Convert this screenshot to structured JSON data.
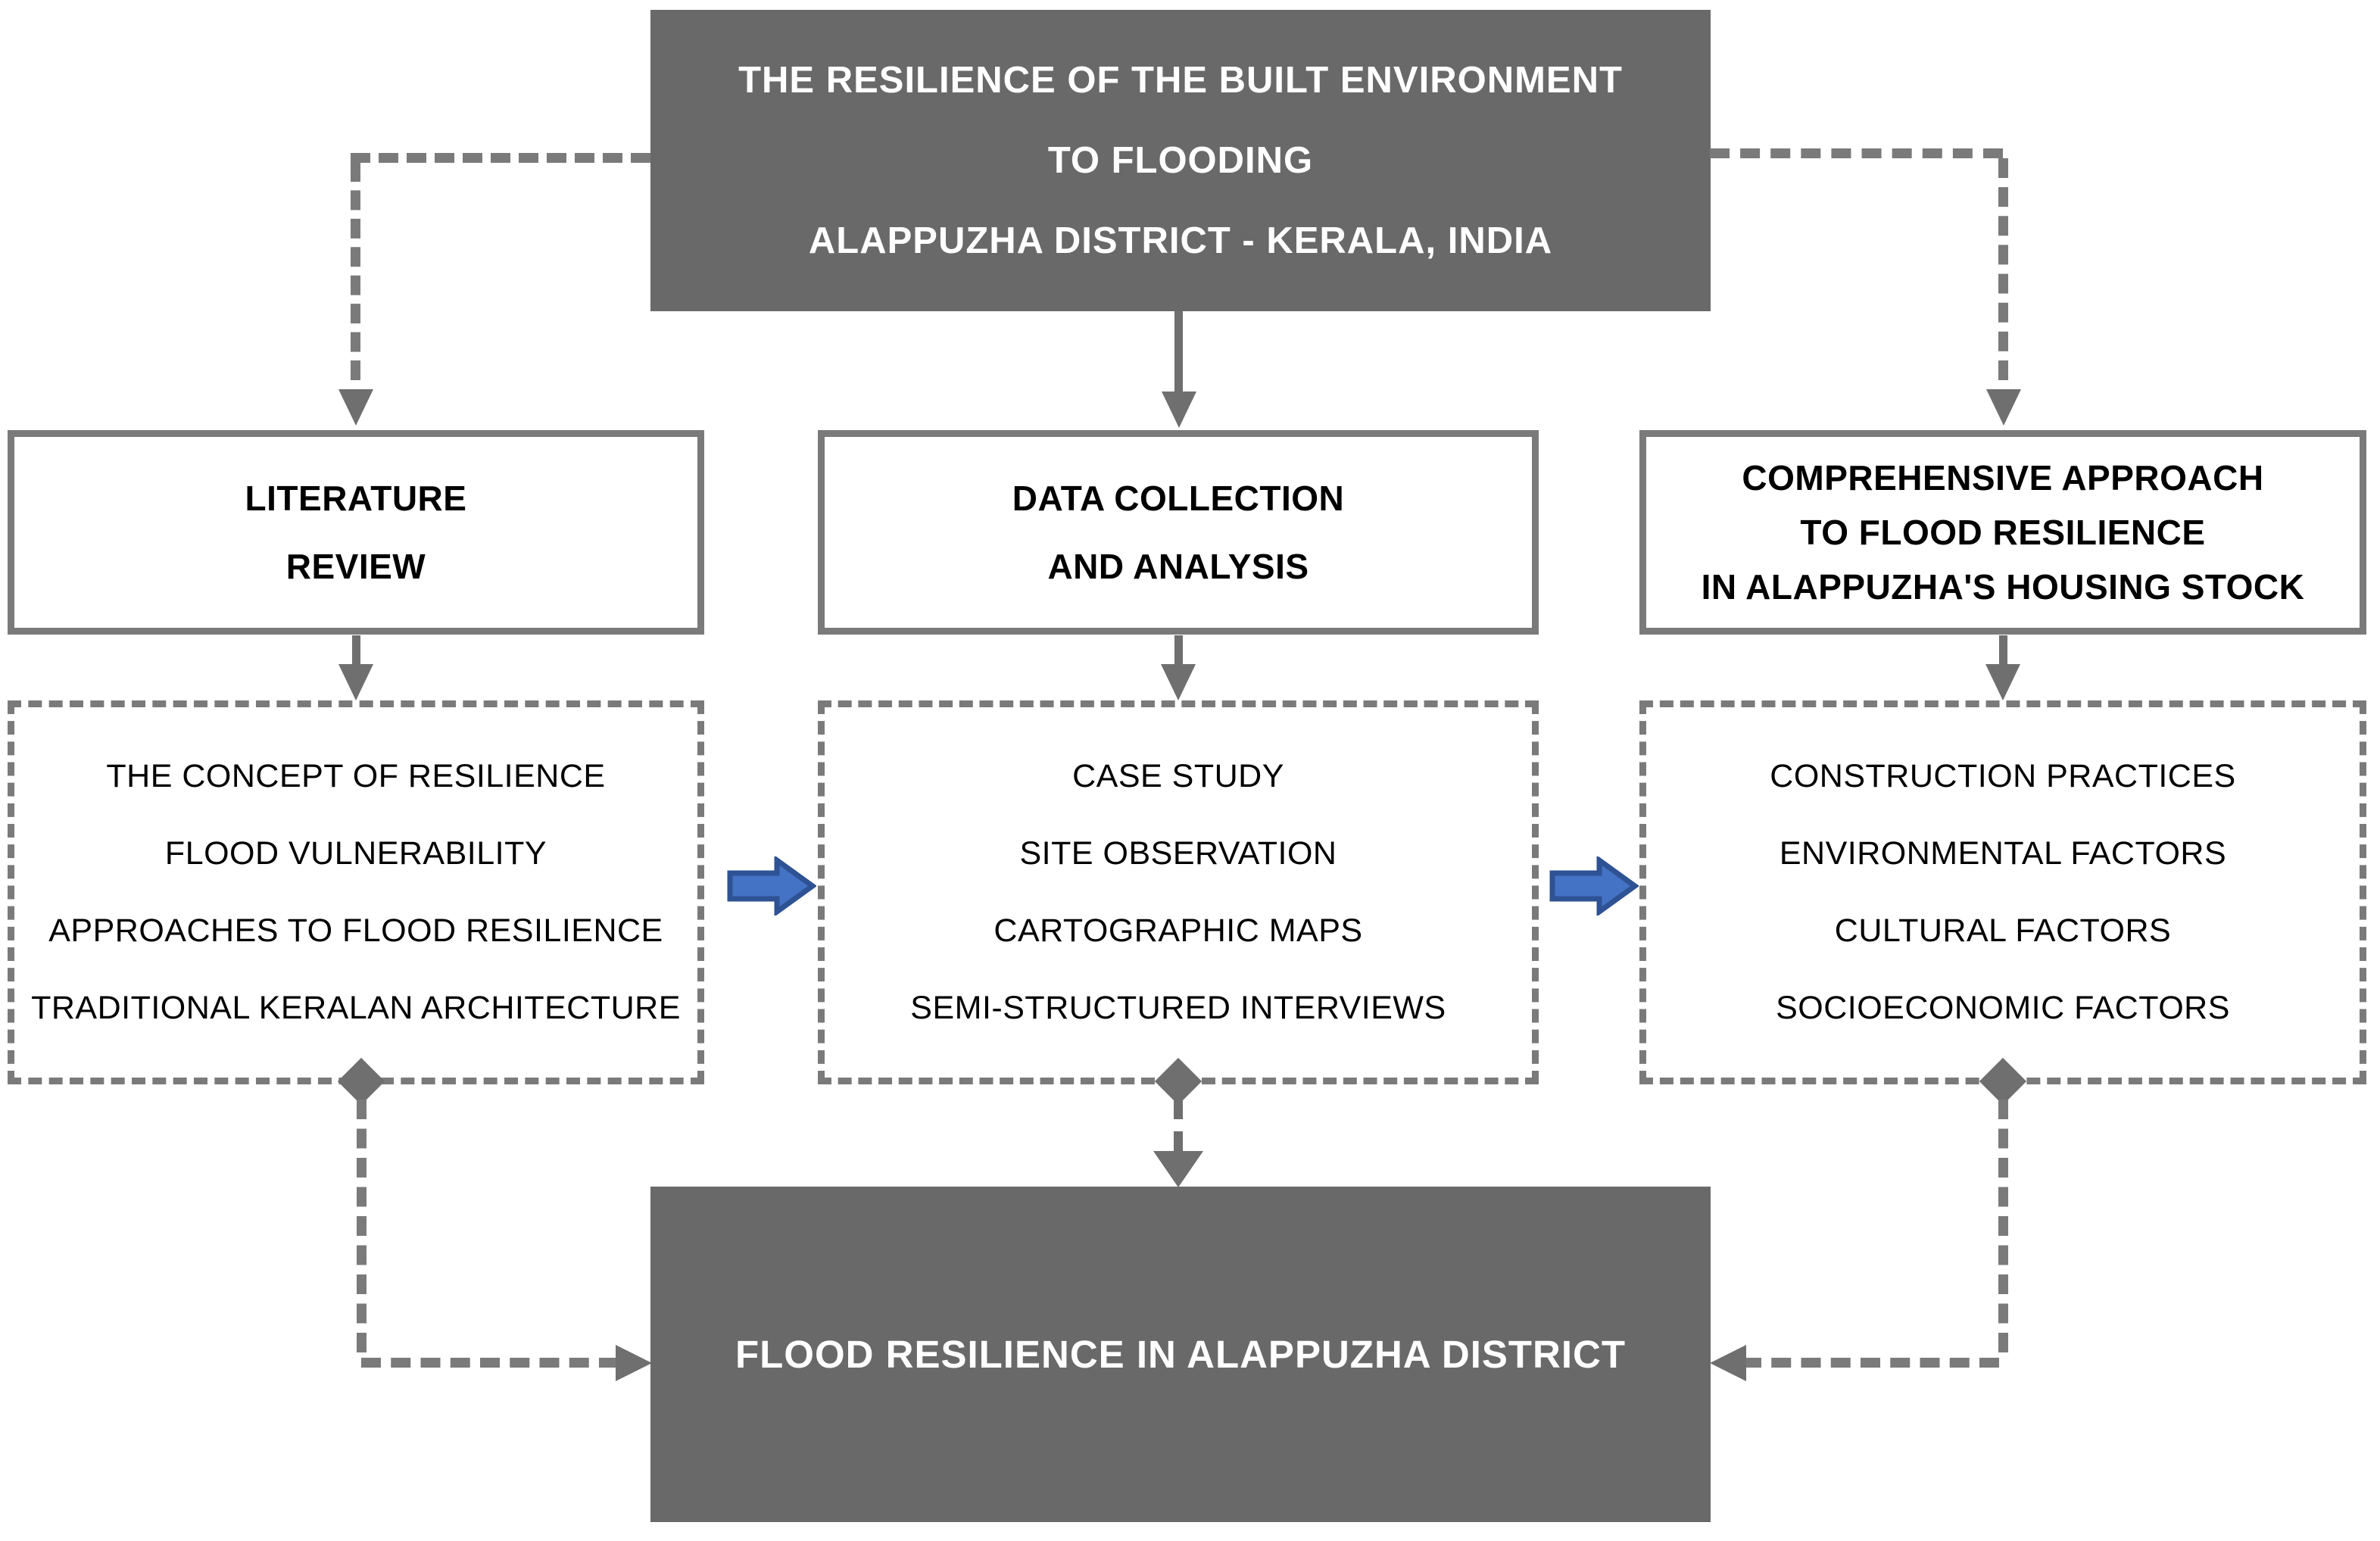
{
  "title_box": {
    "lines": [
      "THE RESILIENCE OF THE BUILT ENVIRONMENT",
      "TO FLOODING",
      "ALAPPUZHA DISTRICT - KERALA, INDIA"
    ]
  },
  "columns": [
    {
      "header": {
        "lines": [
          "LITERATURE",
          "REVIEW"
        ]
      },
      "items": [
        "THE CONCEPT OF RESILIENCE",
        "FLOOD VULNERABILITY",
        "APPROACHES TO FLOOD RESILIENCE",
        "TRADITIONAL KERALAN ARCHITECTURE"
      ]
    },
    {
      "header": {
        "lines": [
          "DATA COLLECTION",
          "AND ANALYSIS"
        ]
      },
      "items": [
        "CASE STUDY",
        "SITE OBSERVATION",
        "CARTOGRAPHIC MAPS",
        "SEMI-STRUCTURED INTERVIEWS"
      ]
    },
    {
      "header": {
        "lines": [
          "COMPREHENSIVE APPROACH",
          "TO FLOOD RESILIENCE",
          "IN ALAPPUZHA'S HOUSING STOCK"
        ]
      },
      "items": [
        "CONSTRUCTION PRACTICES",
        "ENVIRONMENTAL FACTORS",
        "CULTURAL FACTORS",
        "SOCIOECONOMIC FACTORS"
      ]
    }
  ],
  "outcome_box": {
    "label": "FLOOD RESILIENCE IN ALAPPUZHA DISTRICT"
  },
  "icons": {
    "down_arrow": "solid gray triangle",
    "right_arrow": "solid gray triangle",
    "left_arrow": "solid gray triangle",
    "diamond": "solid gray diamond",
    "blue_block_arrow": "blue block arrow pointing right"
  },
  "colors": {
    "box_fill_gray": "#696969",
    "border_gray": "#7a7a7a",
    "connector_gray": "#6f6f6f",
    "blue_arrow_fill": "#4472c4",
    "blue_arrow_border": "#2e5293",
    "text_dark": "#000000",
    "text_light": "#ffffff"
  }
}
